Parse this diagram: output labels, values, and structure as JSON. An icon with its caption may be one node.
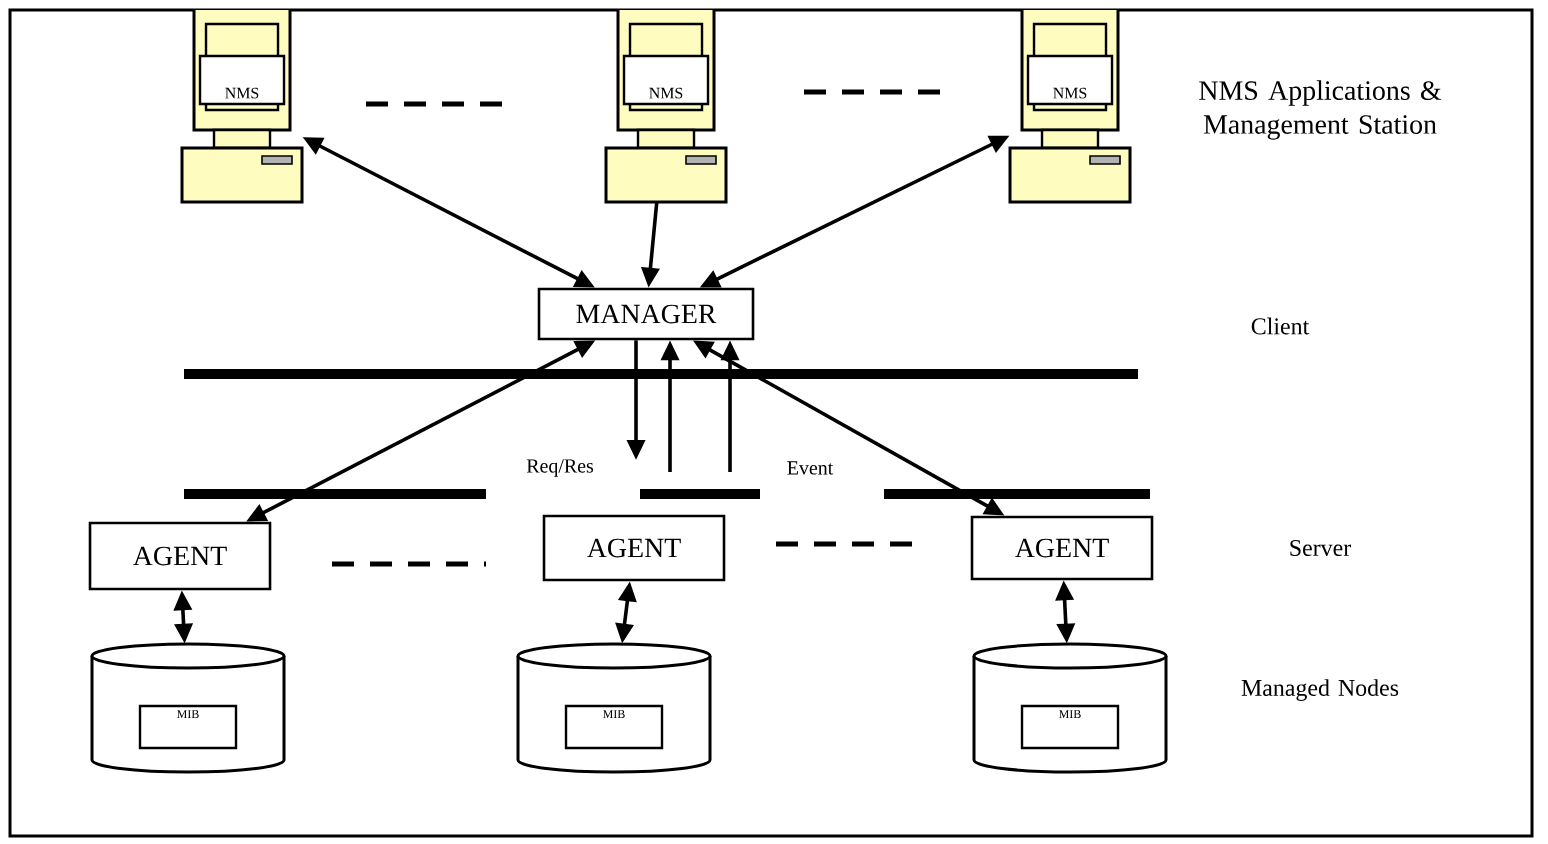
{
  "diagram": {
    "nodes": [
      {
        "text": [
          "NMS"
        ]
      },
      {
        "text": [
          "NMS"
        ]
      },
      {
        "text": [
          "NMS"
        ]
      },
      {
        "text": [
          "MANAGER"
        ]
      },
      {
        "text": [
          "AGENT"
        ]
      },
      {
        "text": [
          "AGENT"
        ]
      },
      {
        "text": [
          "AGENT"
        ]
      },
      {
        "text": [
          "MIB"
        ]
      },
      {
        "text": [
          "MIB"
        ]
      },
      {
        "text": [
          "MIB"
        ]
      }
    ],
    "edges": [
      {
        "from": 0,
        "to": 3,
        "arrow": "both"
      },
      {
        "from": 1,
        "to": 3,
        "arrow": "to"
      },
      {
        "from": 2,
        "to": 3,
        "arrow": "both"
      },
      {
        "from": 4,
        "to": 3,
        "arrow": "both"
      },
      {
        "from": 6,
        "to": 3,
        "arrow": "both"
      },
      {
        "from": 3,
        "to": null,
        "arrow": "to",
        "label": "Req/Res"
      },
      {
        "from": null,
        "to": 3,
        "arrow": "to"
      },
      {
        "from": null,
        "to": 3,
        "arrow": "to",
        "label": "Event"
      },
      {
        "from": 4,
        "to": 7,
        "arrow": "both"
      },
      {
        "from": 5,
        "to": 8,
        "arrow": "both"
      },
      {
        "from": 6,
        "to": 9,
        "arrow": "both"
      }
    ],
    "labels": [
      "NMS Applications & Management Station",
      "Client",
      "Server",
      "Managed Nodes"
    ]
  }
}
